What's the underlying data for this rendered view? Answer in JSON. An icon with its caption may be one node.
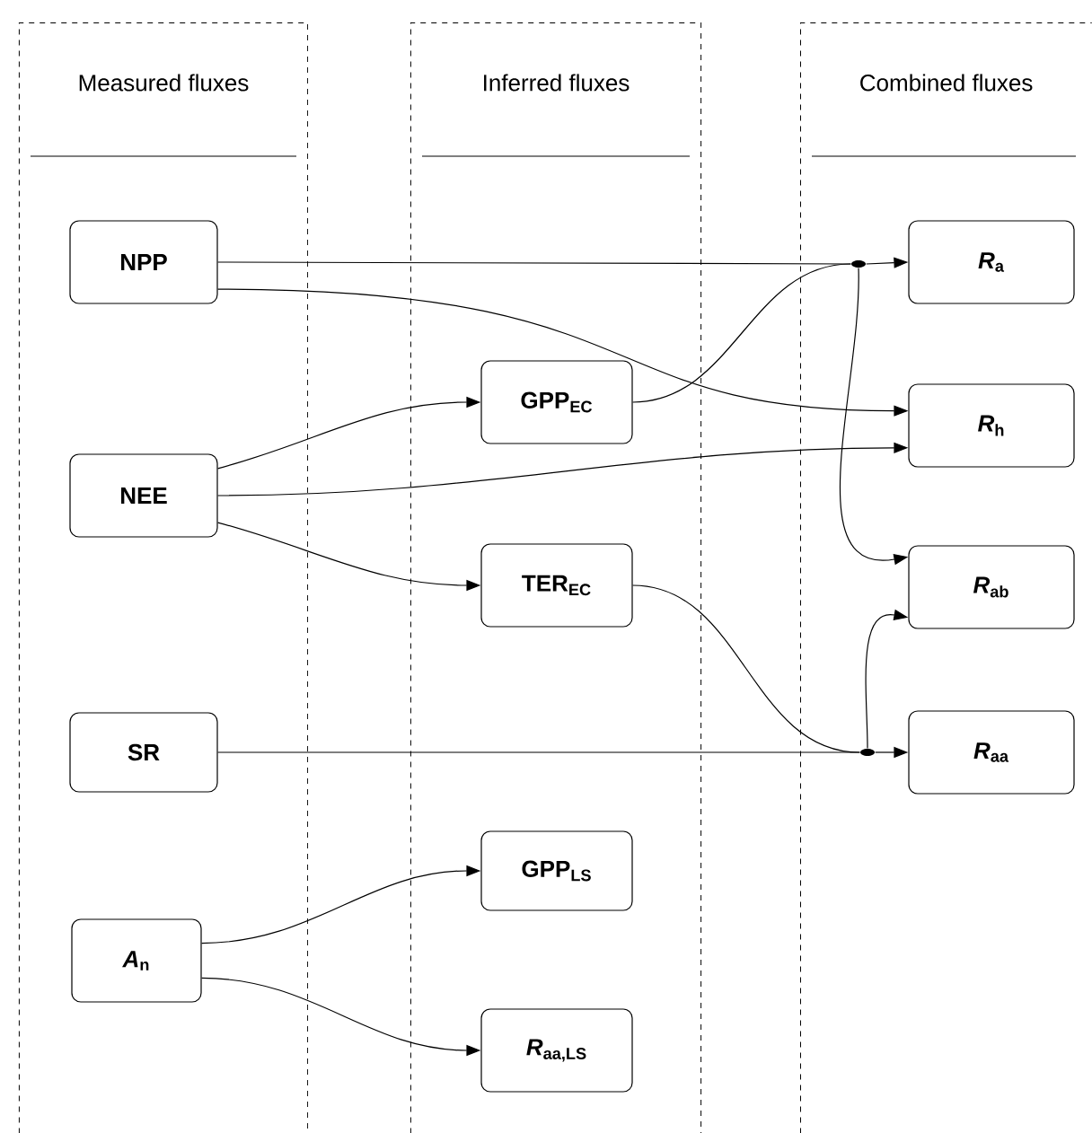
{
  "diagram": {
    "nodes": [
      {
        "text": [
          "Measured fluxes"
        ]
      },
      {
        "text": [
          "Inferred fluxes"
        ]
      },
      {
        "text": [
          "Combined fluxes"
        ]
      },
      {
        "text": [
          "NPP"
        ],
        "in": 0
      },
      {
        "text": [
          "NEE"
        ],
        "in": 0
      },
      {
        "text": [
          "SR"
        ],
        "in": 0
      },
      {
        "text": [
          "*A*$_{n}$"
        ],
        "in": 0
      },
      {
        "text": [
          "GPP$_{EC}$"
        ],
        "in": 1
      },
      {
        "text": [
          "TER$_{EC}$"
        ],
        "in": 1
      },
      {
        "text": [
          "GPP$_{LS}$"
        ],
        "in": 1
      },
      {
        "text": [
          "*R*$_{aa,LS}$"
        ],
        "in": 1
      },
      {
        "text": [
          "*R*$_{a}$"
        ],
        "in": 2
      },
      {
        "text": [
          "*R*$_{h}$"
        ],
        "in": 2
      },
      {
        "text": [
          "*R*$_{ab}$"
        ],
        "in": 2
      },
      {
        "text": [
          "*R*$_{aa}$"
        ],
        "in": 2
      },
      {
        "text": [],
        "shape": "circle",
        "in": 2
      },
      {
        "text": [],
        "shape": "circle",
        "in": 2
      }
    ],
    "edges": [
      {
        "from": 3,
        "to": 15,
        "arrow": "none"
      },
      {
        "from": 7,
        "to": 15,
        "arrow": "none"
      },
      {
        "from": 15,
        "to": 11,
        "arrow": "to"
      },
      {
        "from": 15,
        "to": 13,
        "arrow": "to"
      },
      {
        "from": 3,
        "to": 12,
        "arrow": "to"
      },
      {
        "from": 4,
        "to": 7,
        "arrow": "to"
      },
      {
        "from": 4,
        "to": 12,
        "arrow": "to"
      },
      {
        "from": 4,
        "to": 8,
        "arrow": "to"
      },
      {
        "from": 8,
        "to": 16,
        "arrow": "none"
      },
      {
        "from": 5,
        "to": 16,
        "arrow": "none"
      },
      {
        "from": 16,
        "to": 14,
        "arrow": "to"
      },
      {
        "from": 16,
        "to": 13,
        "arrow": "to"
      },
      {
        "from": 6,
        "to": 9,
        "arrow": "to"
      },
      {
        "from": 6,
        "to": 10,
        "arrow": "to"
      }
    ]
  }
}
